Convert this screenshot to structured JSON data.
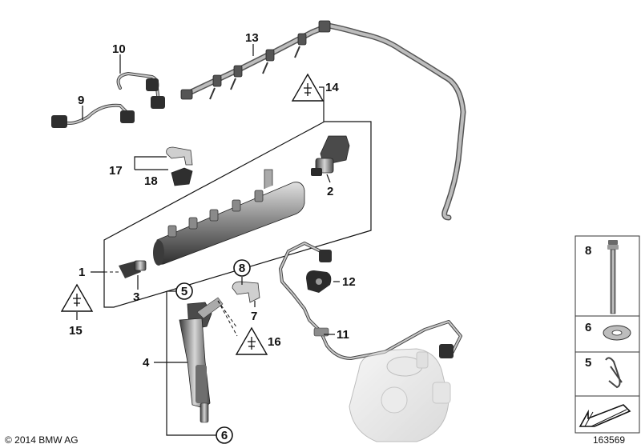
{
  "callouts": {
    "n1": "1",
    "n2": "2",
    "n3": "3",
    "n4": "4",
    "n5": "5",
    "n6": "6",
    "n7": "7",
    "n8": "8",
    "n9": "9",
    "n10": "10",
    "n11": "11",
    "n12": "12",
    "n13": "13",
    "n14": "14",
    "n15": "15",
    "n16": "16",
    "n17": "17",
    "n18": "18"
  },
  "legend": {
    "item_8": "8",
    "item_6": "6",
    "item_5": "5"
  },
  "footer": {
    "copyright": "© 2014 BMW AG",
    "diagram_number": "163569"
  },
  "colors": {
    "line": "#111111",
    "part_dark": "#3a3a3a",
    "part_mid": "#8a8a8a",
    "part_light": "#cfcfcf"
  }
}
